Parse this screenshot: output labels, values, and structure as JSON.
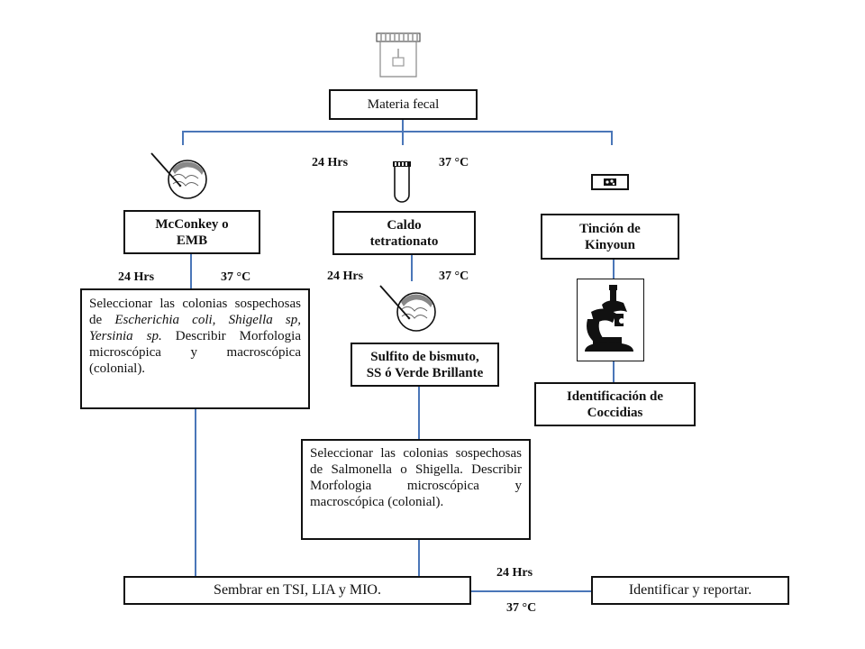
{
  "nodes": {
    "materia": "Materia fecal",
    "mcconkey": "McConkey o\nEMB",
    "caldo": "Caldo\ntetrationato",
    "tincion": "Tinción de\nKinyoun",
    "seleccionar1_a": "Seleccionar las colonias sospechosas de ",
    "seleccionar1_b": "Escherichia coli, Shigella sp, Yersinia sp.",
    "seleccionar1_c": " Describir Morfologia microscópica y macroscópica (colonial).",
    "sulfito": "Sulfito de bismuto,\nSS ó Verde Brillante",
    "identificacion": "Identificación de\nCoccidias",
    "seleccionar2": "Seleccionar las colonias sospechosas de Salmonella o Shigella. Describir Morfologia microscópica y macroscópica (colonial).",
    "sembrar": "Sembrar en TSI, LIA  y MIO.",
    "identificar": "Identificar y reportar."
  },
  "labels": {
    "hrs": "24  Hrs",
    "temp": "37 °C"
  },
  "colors": {
    "connector": "#4a76b8",
    "border": "#111111"
  },
  "icons": [
    "specimen-container-icon",
    "petri-dish-icon",
    "test-tube-icon",
    "microscope-slide-icon",
    "microscope-icon"
  ]
}
